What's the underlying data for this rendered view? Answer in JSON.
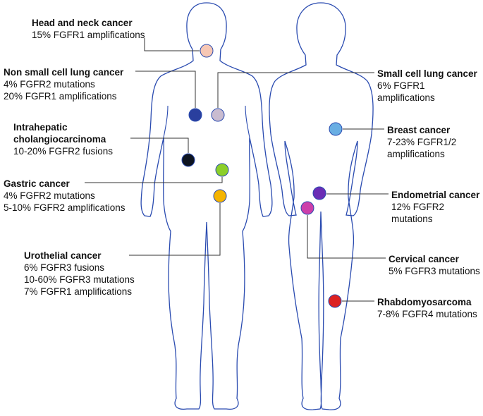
{
  "colors": {
    "outline": "#2a4bb0",
    "leader": "#333333",
    "head_neck": "#f7c7b4",
    "nsclc": "#2a3f9e",
    "sclc": "#c9bcd0",
    "cholangio": "#0d1420",
    "gastric": "#8ccf2a",
    "urothelial": "#f5b400",
    "breast": "#69aee3",
    "endometrial": "#6a2db5",
    "cervical": "#cc3faa",
    "rhabdo": "#dc2121"
  },
  "cancers": [
    {
      "key": "head_neck",
      "title": "Head and neck cancer",
      "lines": [
        "15% FGFR1 amplifications"
      ]
    },
    {
      "key": "nsclc",
      "title": "Non small cell lung cancer",
      "lines": [
        "4% FGFR2 mutations",
        "20% FGFR1 amplifications"
      ]
    },
    {
      "key": "cholangio",
      "title": "Intrahepatic",
      "title2": "cholangiocarcinoma",
      "lines": [
        "10-20% FGFR2 fusions"
      ]
    },
    {
      "key": "gastric",
      "title": "Gastric cancer",
      "lines": [
        "4% FGFR2 mutations",
        "5-10% FGFR2 amplifications"
      ]
    },
    {
      "key": "urothelial",
      "title": "Urothelial cancer",
      "lines": [
        "6% FGFR3 fusions",
        "10-60% FGFR3 mutations",
        "7% FGFR1 amplifications"
      ]
    },
    {
      "key": "sclc",
      "title": "Small cell lung cancer",
      "lines": [
        "6% FGFR1",
        "amplifications"
      ]
    },
    {
      "key": "breast",
      "title": "Breast cancer",
      "lines": [
        "7-23% FGFR1/2",
        "amplifications"
      ]
    },
    {
      "key": "endometrial",
      "title": "Endometrial cancer",
      "lines": [
        "12% FGFR2",
        "mutations"
      ]
    },
    {
      "key": "cervical",
      "title": "Cervical cancer",
      "lines": [
        "5% FGFR3 mutations"
      ]
    },
    {
      "key": "rhabdo",
      "title": "Rhabdomyosarcoma",
      "lines": [
        "7-8% FGFR4 mutations"
      ]
    }
  ]
}
